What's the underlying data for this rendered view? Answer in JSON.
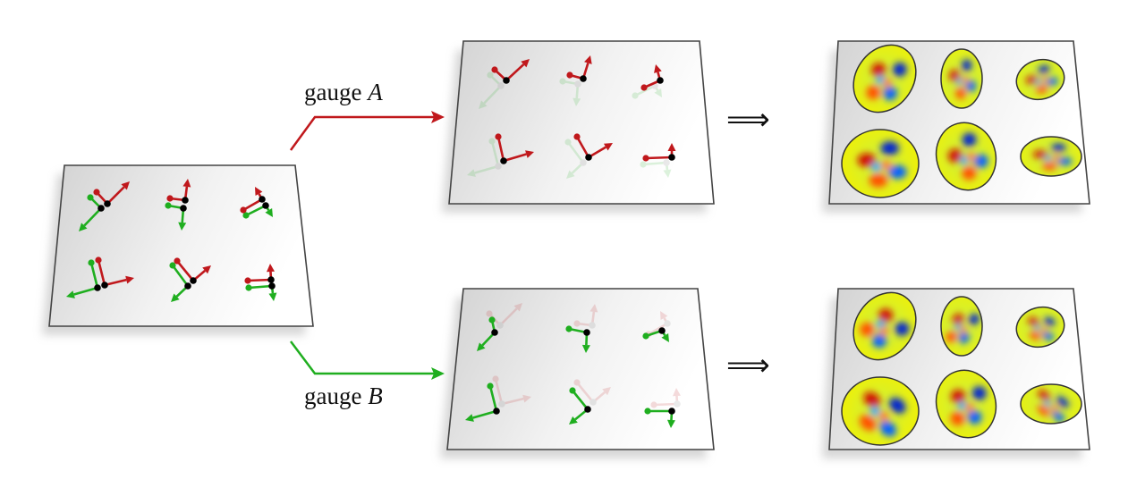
{
  "labels": {
    "gauge_a_word": "gauge",
    "gauge_a_symbol": "A",
    "gauge_b_word": "gauge",
    "gauge_b_symbol": "B",
    "implies_symbol": "⟹"
  },
  "colors": {
    "red": "#c0181c",
    "green": "#1fae1f",
    "panel_border": "#444444"
  }
}
